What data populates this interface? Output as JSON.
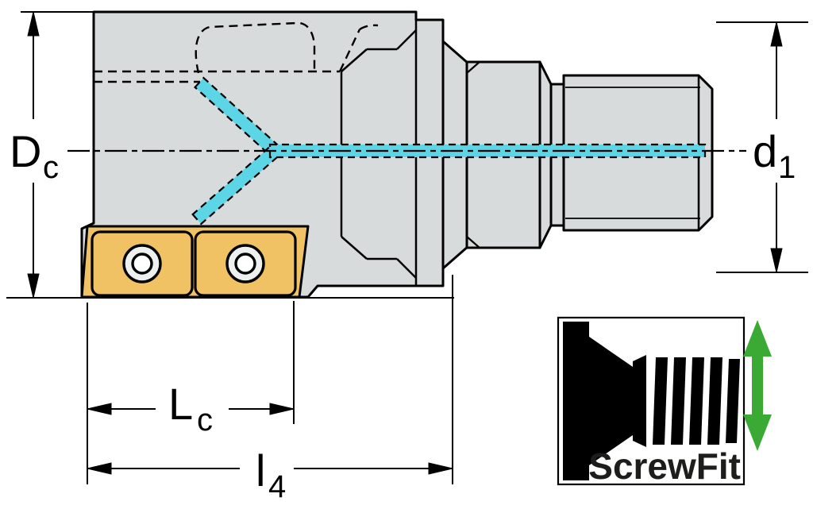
{
  "drawing": {
    "type": "technical-dimension-drawing",
    "labels": {
      "Dc": {
        "main": "D",
        "sub": "c"
      },
      "d1": {
        "main": "d",
        "sub": "1"
      },
      "Lc": {
        "main": "L",
        "sub": "c"
      },
      "l4": {
        "main": "l",
        "sub": "4"
      }
    },
    "logo": {
      "name": "ScrewFit"
    },
    "colors": {
      "body": "#d7dbdb",
      "insert": "#f0c264",
      "screw_ring": "#eef0f0",
      "screw_center": "#ffffff",
      "coolant": "#5cd5e6",
      "outline": "#000000",
      "arrow_green": "#3aaa35",
      "logo_text": "#1d1d1b"
    }
  }
}
